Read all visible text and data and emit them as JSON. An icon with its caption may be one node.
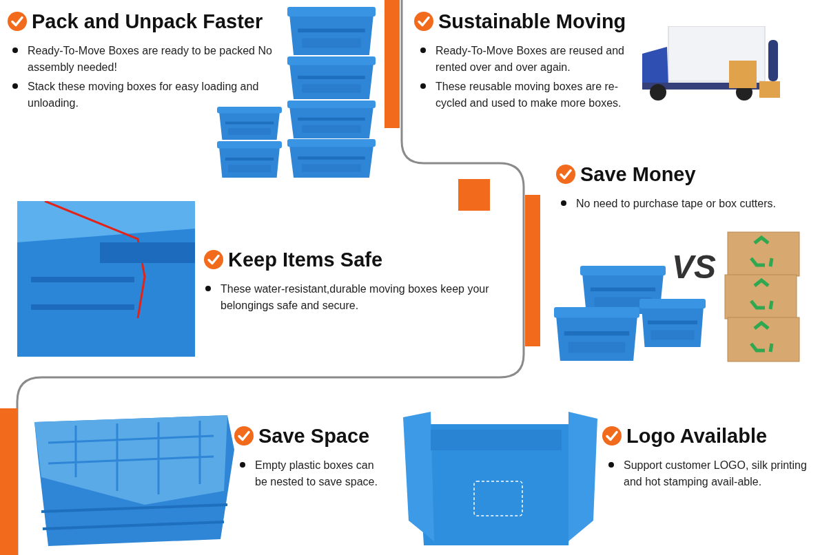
{
  "diagram": {
    "labels": [
      "Pack and Unpack Faster",
      "Ready-To-Move Boxes are ready to be packed No assembly needed!",
      "Stack these moving boxes for easy loading and unloading.",
      "Sustainable Moving",
      "Ready-To-Move Boxes are reused and rented over and over again.",
      "These reusable moving boxes are re-cycled and used to make more boxes.",
      "Save Money",
      "No need to purchase tape or box cutters.",
      "VS",
      "Keep Items Safe",
      "These water-resistant,durable moving boxes keep your belongings safe and secure.",
      "Save Space",
      "Empty plastic boxes can be nested to save space.",
      "Logo Available",
      "Support customer LOGO, silk printing and hot stamping avail-able."
    ]
  }
}
